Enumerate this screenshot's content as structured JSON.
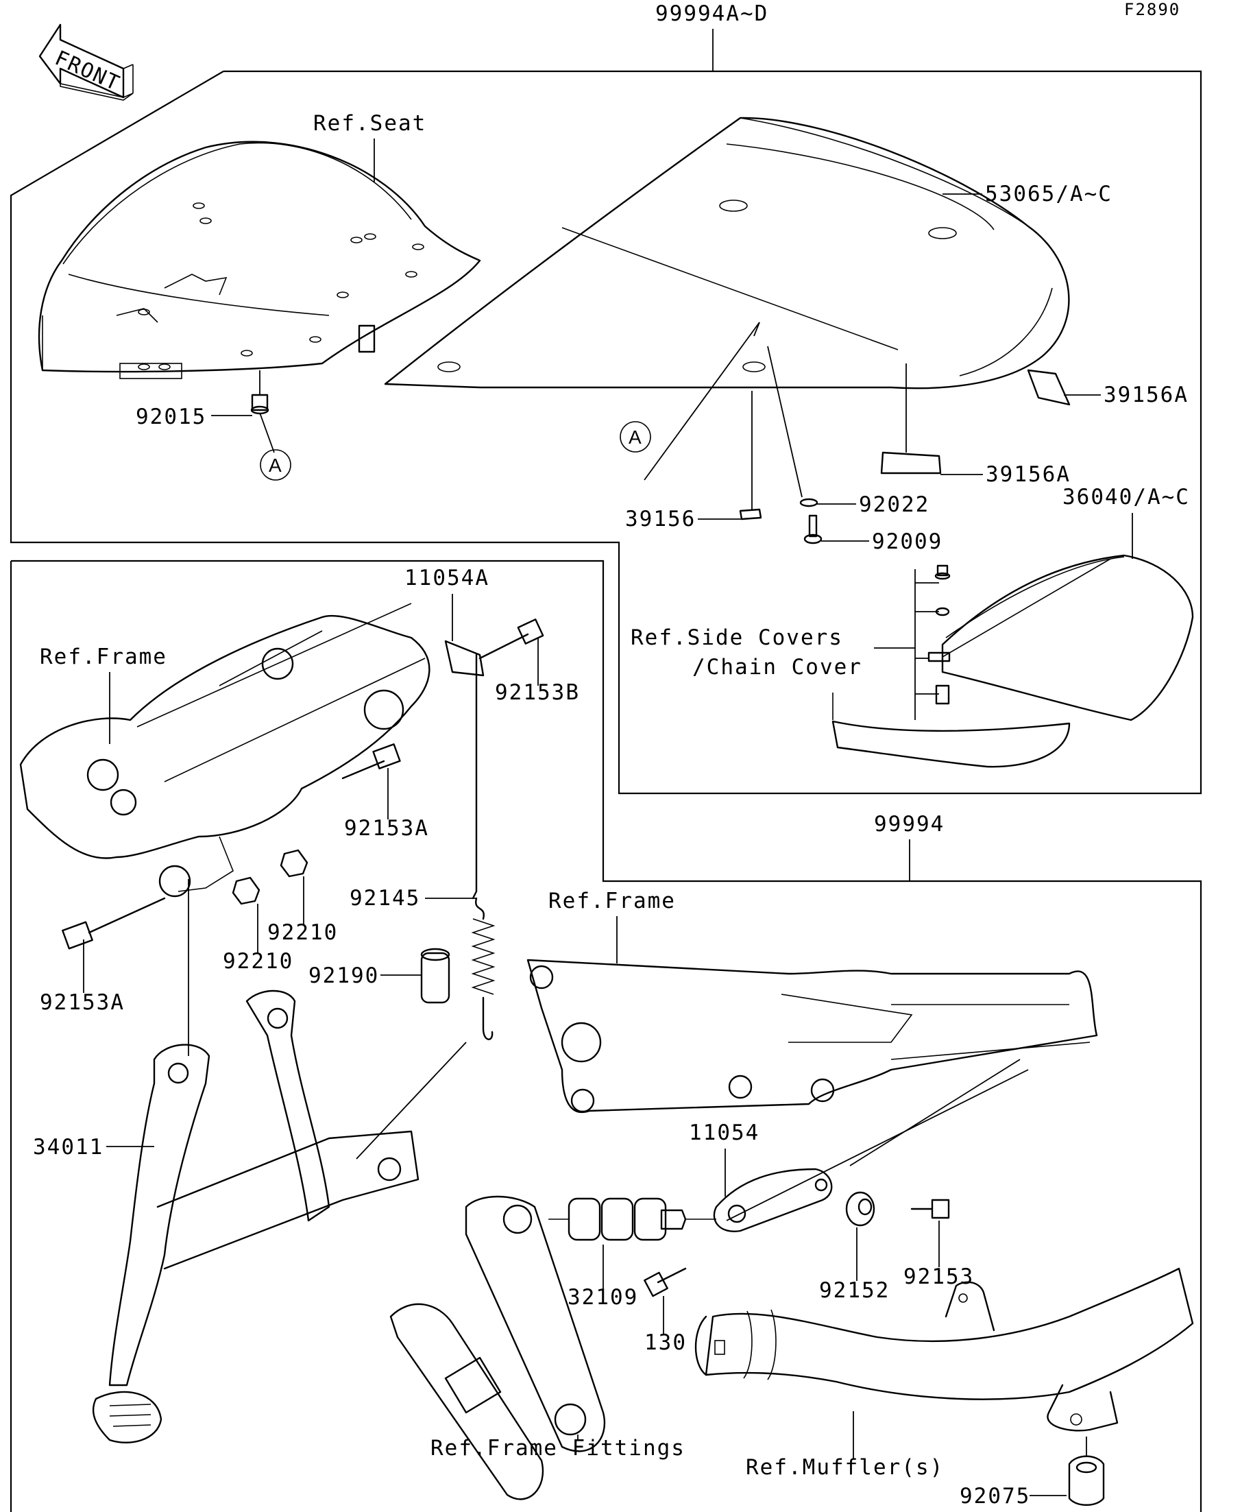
{
  "figure_code": "F2890",
  "front_arrow_label": "FRONT",
  "ref_marker": "A",
  "groups": {
    "seat_kit": "99994A~D",
    "stand_kit": "99994"
  },
  "labels": {
    "ref_seat": "Ref.Seat",
    "ref_frame_1": "Ref.Frame",
    "ref_frame_2": "Ref.Frame",
    "ref_side_covers_line1": "Ref.Side Covers",
    "ref_side_covers_line2": "/Chain Cover",
    "ref_frame_fittings": "Ref.Frame Fittings",
    "ref_mufflers": "Ref.Muffler(s)"
  },
  "parts": {
    "p53065": "53065/A~C",
    "p39156A_1": "39156A",
    "p39156A_2": "39156A",
    "p39156": "39156",
    "p92022": "92022",
    "p92009": "92009",
    "p36040": "36040/A~C",
    "p92015": "92015",
    "p11054A": "11054A",
    "p92153B": "92153B",
    "p92153A_1": "92153A",
    "p92153A_2": "92153A",
    "p92145": "92145",
    "p92210_1": "92210",
    "p92210_2": "92210",
    "p92190": "92190",
    "p34011": "34011",
    "p11054": "11054",
    "p32109": "32109",
    "p130": "130",
    "p92152": "92152",
    "p92153": "92153",
    "p92075": "92075"
  }
}
